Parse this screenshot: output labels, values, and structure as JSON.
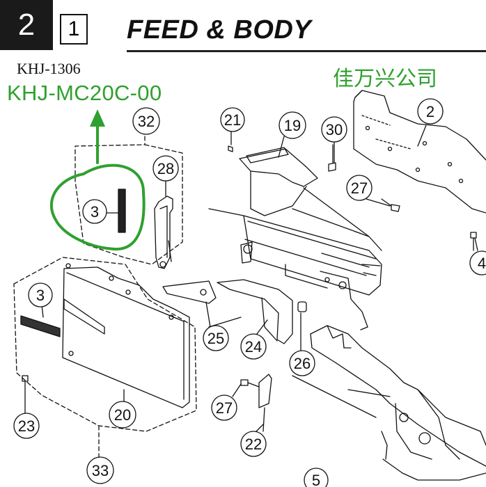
{
  "header": {
    "section_number": "2",
    "page_number": "1",
    "title": "FEED & BODY"
  },
  "codes": {
    "khj_code": "KHJ-1306",
    "model_code": "KHJ-MC20C-00"
  },
  "company_mark": "佳万兴公司",
  "callouts": {
    "c21": "21",
    "c32": "32",
    "c19": "19",
    "c30": "30",
    "c2": "2",
    "c28": "28",
    "c27a": "27",
    "c3a": "3",
    "c4": "4",
    "c3b": "3",
    "c25": "25",
    "c24": "24",
    "c26": "26",
    "c20": "20",
    "c23": "23",
    "c27b": "27",
    "c22": "22",
    "c33": "33",
    "c5": "5"
  },
  "colors": {
    "annotation_green": "#2fa02f",
    "line": "#111111"
  }
}
